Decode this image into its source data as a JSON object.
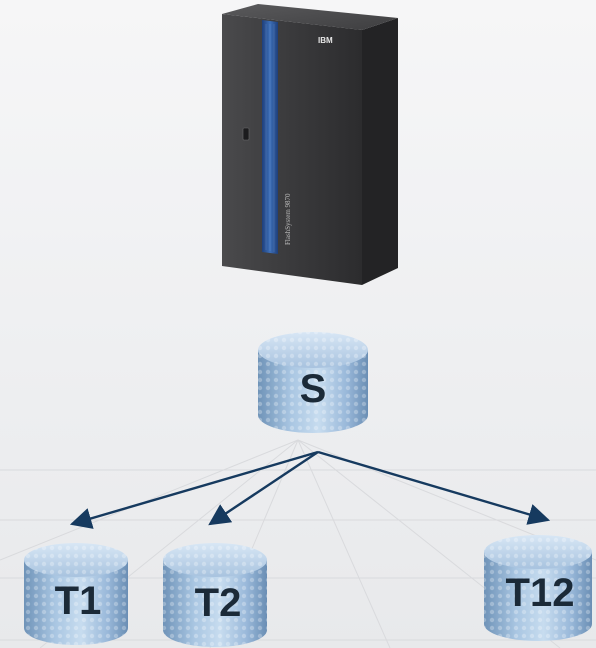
{
  "diagram": {
    "server": {
      "brand": "IBM",
      "model": "FlashSystem 9870",
      "icon": "storage-server-icon"
    },
    "source_volume": {
      "label": "S"
    },
    "target_volumes": [
      {
        "label": "T1"
      },
      {
        "label": "T2"
      },
      {
        "label": "T12"
      }
    ],
    "arrow_color": "#163a5f",
    "cylinder_color": "#8fb2d6"
  }
}
